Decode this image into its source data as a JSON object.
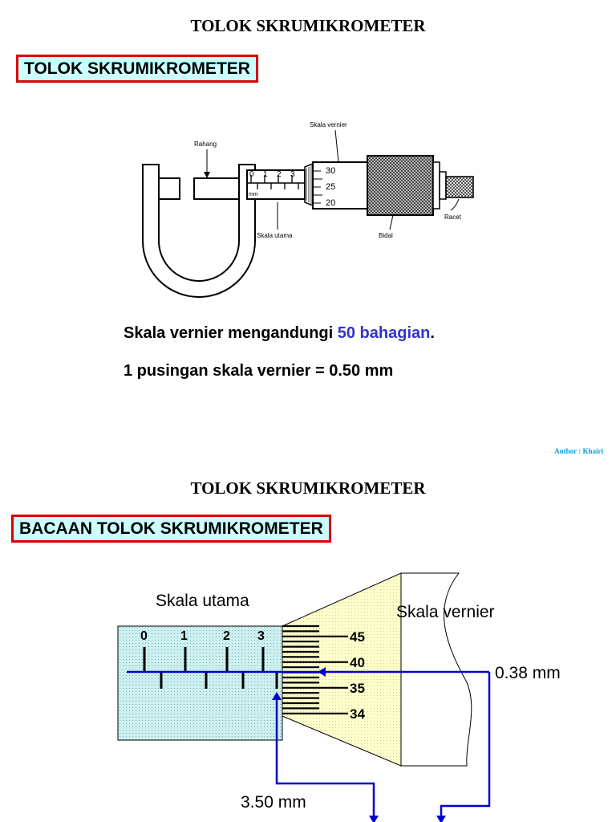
{
  "slide1": {
    "title": "TOLOK SKRUMIKROMETER",
    "heading": "TOLOK SKRUMIKROMETER",
    "diagram_labels": {
      "rahang": "Rahang",
      "skala_vernier": "Skala vernier",
      "skala_utama": "Skala utama",
      "bidal": "Bidal",
      "racet": "Racet",
      "main_scale_numbers": [
        "0",
        "1",
        "2",
        "3"
      ],
      "main_scale_unit": "mm",
      "vernier_numbers": [
        "30",
        "25",
        "20"
      ]
    },
    "line1_prefix": "Skala vernier mengandungi ",
    "line1_highlight": "50 bahagian",
    "line1_suffix": ".",
    "line2": "1 pusingan skala vernier = 0.50 mm",
    "author": "Author : Khairi"
  },
  "slide2": {
    "title": "TOLOK SKRUMIKROMETER",
    "heading": "BACAAN TOLOK SKRUMIKROMETER",
    "skala_utama_label": "Skala utama",
    "skala_vernier_label": "Skala vernier",
    "main_scale_numbers": [
      "0",
      "1",
      "2",
      "3"
    ],
    "vernier_numbers": [
      "45",
      "40",
      "35",
      "34"
    ],
    "vernier_reading": "0.38 mm",
    "main_reading": "3.50 mm"
  },
  "colors": {
    "heading_fill": "#ccffff",
    "heading_border": "#dd0000",
    "accent_blue": "#3333cc",
    "arrow_blue": "#0000cc",
    "thimble_fill": "#ffffcc",
    "sleeve_fill": "#ccf0f0",
    "author_color": "#00a0e0"
  }
}
